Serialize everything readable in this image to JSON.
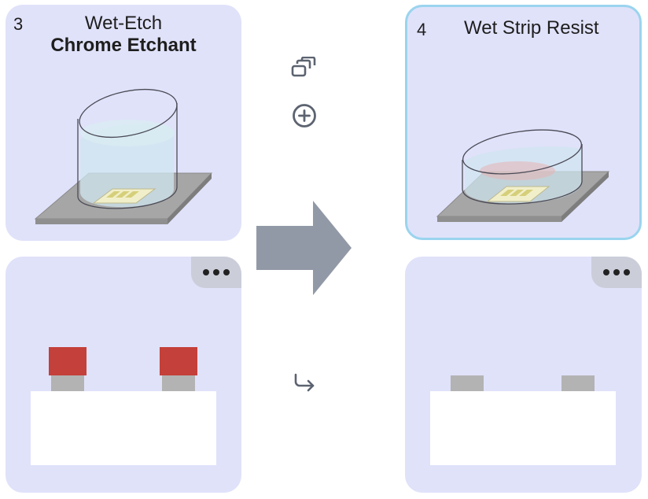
{
  "steps": [
    {
      "number": "3",
      "title": "Wet-Etch",
      "subtitle": "Chrome Etchant",
      "selected": false
    },
    {
      "number": "4",
      "title": "Wet Strip Resist",
      "subtitle": "",
      "selected": true
    }
  ],
  "colors": {
    "card_bg": "#e0e2fa",
    "selected_border": "#9ad4ee",
    "arrow": "#9299a6",
    "resist": "#c4403a",
    "chrome": "#b3b3b3",
    "substrate": "#ffffff"
  },
  "icons": {
    "duplicate": "duplicate-icon",
    "add": "add-circle-icon",
    "flow": "arrow-return-icon",
    "more": "more-dots-icon"
  }
}
